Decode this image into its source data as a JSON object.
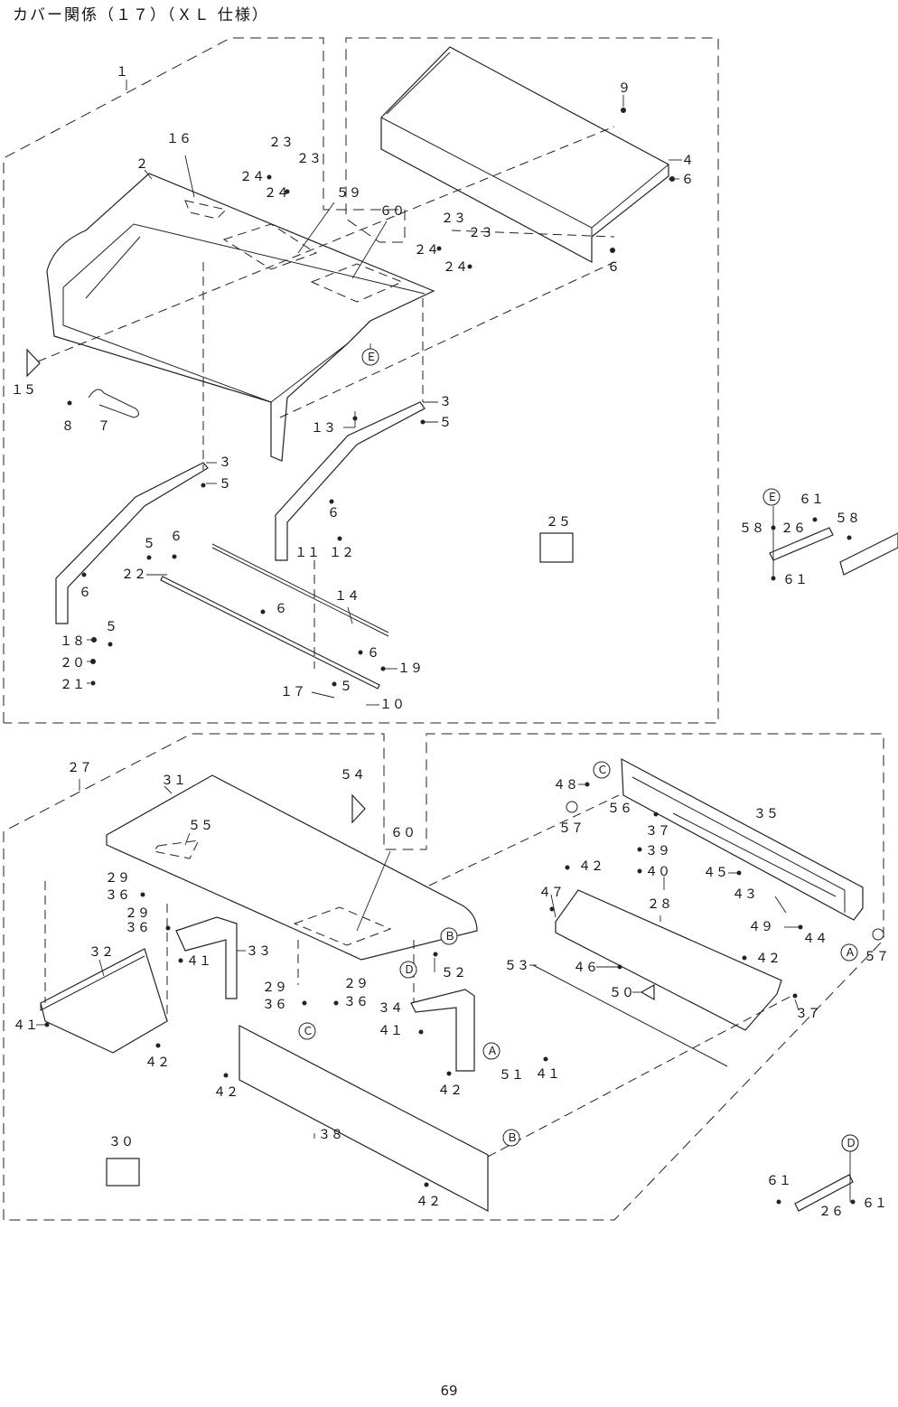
{
  "title": "カバー関係（１７）（ＸＬ 仕様）",
  "page_number": "69",
  "labels_top": [
    "１",
    "２",
    "１６",
    "２３",
    "２３",
    "２４",
    "２４",
    "５９",
    "６０",
    "２３",
    "２３",
    "２４",
    "２４",
    "９",
    "４",
    "６",
    "６",
    "１５",
    "８",
    "７",
    "Ｅ",
    "１３",
    "３",
    "５",
    "３",
    "５",
    "６",
    "１１",
    "１２",
    "２５",
    "５",
    "６",
    "２２",
    "６",
    "６",
    "１４",
    "１８",
    "５",
    "２０",
    "２１",
    "６",
    "１９",
    "５",
    "１７",
    "１０"
  ],
  "labels_detail_e": [
    "Ｅ",
    "６１",
    "５８",
    "２６",
    "５８",
    "６１"
  ],
  "labels_bottom": [
    "２７",
    "３１",
    "５４",
    "５５",
    "６０",
    "２９",
    "３６",
    "２９",
    "３６",
    "３２",
    "４１",
    "３３",
    "４１",
    "４２",
    "２９",
    "３６",
    "２９",
    "３６",
    "Ｃ",
    "３４",
    "４１",
    "Ｄ",
    "Ｂ",
    "５２",
    "Ａ",
    "５１",
    "４１",
    "４２",
    "４２",
    "３８",
    "Ｂ",
    "４２",
    "３０",
    "Ｃ",
    "４８",
    "５７",
    "５６",
    "３７",
    "３９",
    "４０",
    "３５",
    "４２",
    "４５",
    "４３",
    "４７",
    "２８",
    "４９",
    "４４",
    "４２",
    "５３",
    "４６",
    "５０",
    "３７",
    "Ａ",
    "５７"
  ],
  "labels_detail_d": [
    "Ｄ",
    "６１",
    "２６",
    "６１"
  ],
  "icons": [
    "reference-triangle-icon",
    "callout-circle-icon"
  ]
}
